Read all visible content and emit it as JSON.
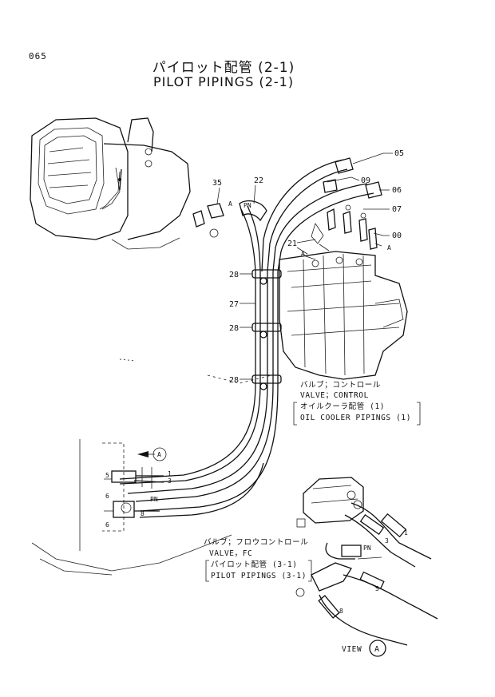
{
  "header": {
    "page_number": "065",
    "title_jp": "パイロット配管 (2-1)",
    "title_en": "PILOT PIPINGS (2-1)"
  },
  "callouts": {
    "c05": "05",
    "c09": "09",
    "c06": "06",
    "c07": "07",
    "c00": "00",
    "c35": "35",
    "c22": "22",
    "c21": "21",
    "c28a": "28",
    "c27": "27",
    "c28b": "28",
    "c28c": "28"
  },
  "markers": {
    "a_view": "A",
    "a_pipe": "A",
    "a_valve": "A",
    "a_mid": "A",
    "pn_top": "PN",
    "pn_left": "PN",
    "pn_right": "PN"
  },
  "pipe_numbers": {
    "left_1": "1",
    "left_3": "3",
    "left_5": "5",
    "left_6": "6",
    "left_8": "8",
    "left_6b": "6",
    "right_1": "1",
    "right_3": "3",
    "right_5": "5",
    "right_8": "8"
  },
  "notes": {
    "control_valve": {
      "jp": "バルブ；コントロール",
      "en": "VALVE；CONTROL",
      "ref_jp": "オイルクーラ配管 (1)",
      "ref_en": "OIL COOLER PIPINGS (1)"
    },
    "fc_valve": {
      "jp": "バルブ；フロウコントロール",
      "en": "VALVE，FC",
      "ref_jp": "パイロット配管 (3-1)",
      "ref_en": "PILOT PIPINGS (3-1)"
    }
  },
  "view": {
    "label": "VIEW",
    "marker": "A"
  }
}
